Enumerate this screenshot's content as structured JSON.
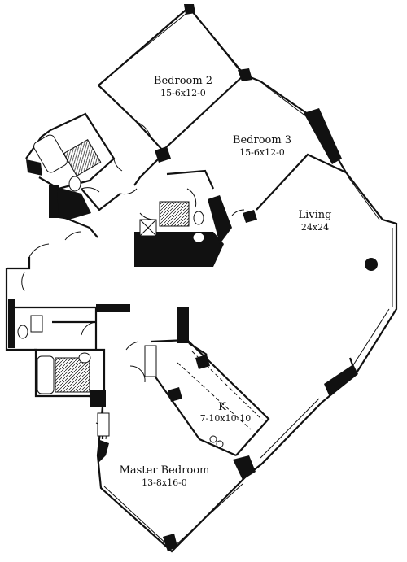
{
  "rooms": [
    {
      "name": "Bedroom 2",
      "size": "15-6x12-0"
    },
    {
      "name": "Bedroom 3",
      "size": "15-6x12-0"
    },
    {
      "name": "Living",
      "size": "24x24"
    },
    {
      "name": "K",
      "size": "7-10x10-10"
    },
    {
      "name": "Master Bedroom",
      "size": "13-8x16-0"
    }
  ]
}
